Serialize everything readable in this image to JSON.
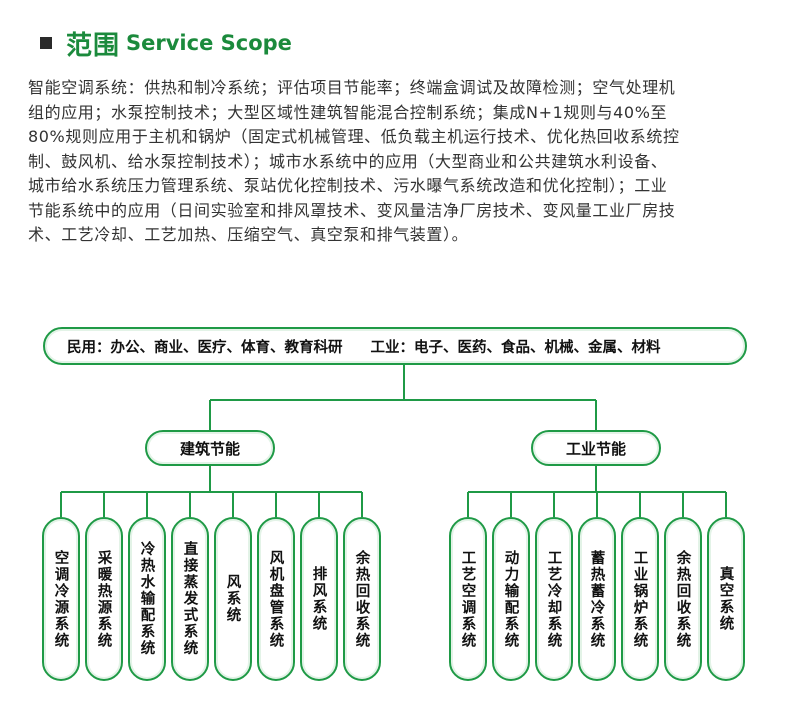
{
  "heading": {
    "cn": "范围",
    "en": "Service Scope"
  },
  "paragraph_lines": [
    "智能空调系统：供热和制冷系统；评估项目节能率；终端盒调试及故障检测；空气处理机",
    "组的应用；水泵控制技术；大型区域性建筑智能混合控制系统；集成N+1规则与40%至",
    "80%规则应用于主机和锅炉（固定式机械管理、低负载主机运行技术、优化热回收系统控",
    "制、鼓风机、给水泵控制技术）；城市水系统中的应用（大型商业和公共建筑水利设备、",
    "城市给水系统压力管理系统、泵站优化控制技术、污水曝气系统改造和优化控制）；工业",
    "节能系统中的应用（日间实验室和排风罩技术、变风量洁净厂房技术、变风量工业厂房技",
    "术、工艺冷却、工艺加热、压缩空气、真空泵和排气装置）。"
  ],
  "diagram": {
    "root": {
      "civil": "民用：办公、商业、医疗、体育、教育科研",
      "industry": "工业：电子、医药、食品、机械、金属、材料"
    },
    "branches": [
      {
        "label": "建筑节能",
        "leaves": [
          "空调冷源系统",
          "采暖热源系统",
          "冷热水输配系统",
          "直接蒸发式系统",
          "风系统",
          "风机盘管系统",
          "排风系统",
          "余热回收系统"
        ]
      },
      {
        "label": "工业节能",
        "leaves": [
          "工艺空调系统",
          "动力输配系统",
          "工艺冷却系统",
          "蓄热蓄冷系统",
          "工业锅炉系统",
          "余热回收系统",
          "真空系统"
        ]
      }
    ],
    "colors": {
      "accent": "#1f9a46",
      "line": "#1f9a46"
    }
  }
}
